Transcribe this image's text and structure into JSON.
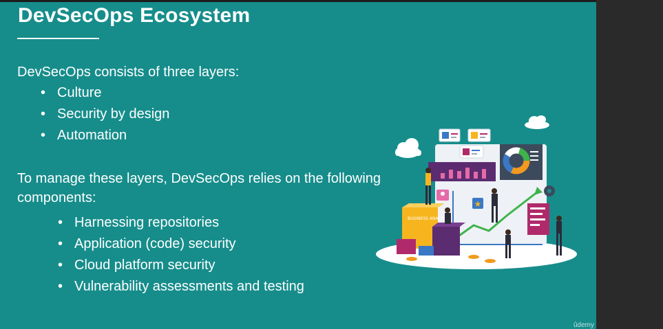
{
  "slide": {
    "title": "DevSecOps Ecosystem",
    "intro": "DevSecOps consists of three layers:",
    "layers": [
      "Culture",
      "Security by design",
      "Automation"
    ],
    "manage_text": "To manage these layers, DevSecOps relies on the following components:",
    "components": [
      "Harnessing repositories",
      "Application (code) security",
      "Cloud platform security",
      "Vulnerability assessments and testing"
    ],
    "illustration": {
      "sign_text": "BUSINESS ANALYSIS"
    },
    "watermark": "ûdemy"
  },
  "colors": {
    "slide_background": "#168d8b",
    "text": "#ffffff",
    "accent_yellow": "#f6b51e",
    "accent_orange": "#f29a1f",
    "accent_magenta": "#b02a6b",
    "accent_purple": "#5b2c6f",
    "accent_green": "#3db34a",
    "accent_blue": "#3a78c6"
  },
  "icons": [
    "cloud-icon",
    "gear-icon",
    "user-card-icon",
    "donut-chart-icon",
    "location-pin-icon",
    "star-icon",
    "coin-icon"
  ]
}
